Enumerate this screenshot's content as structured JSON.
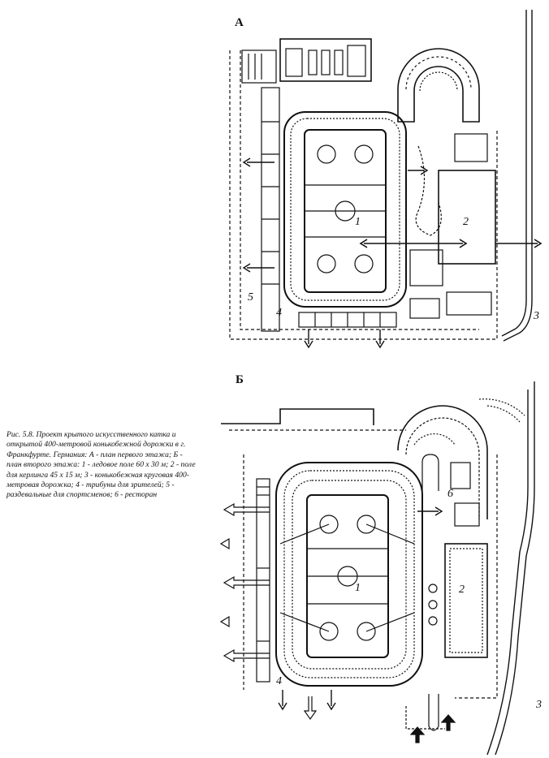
{
  "plans": {
    "a": {
      "letter": "А",
      "labels": [
        "1",
        "2",
        "3",
        "4",
        "5"
      ]
    },
    "b": {
      "letter": "Б",
      "labels": [
        "1",
        "2",
        "3",
        "4",
        "6"
      ]
    }
  },
  "caption": "Рис. 5.8. Проект крытого искусственного катка и открытой 400-метровой конькобежной дорожки в г. Франкфурте. Германия: А - план первого этажа; Б - план второго этажа: 1 - ледовое поле 60 х 30 м; 2 - поле для керлинга 45 х 15 м; 3 - конькобежная круговая 400-метровая дорожка; 4 - трибуны для зрителей; 5 - раздевальные для спортсменов; 6 - ресторан"
}
